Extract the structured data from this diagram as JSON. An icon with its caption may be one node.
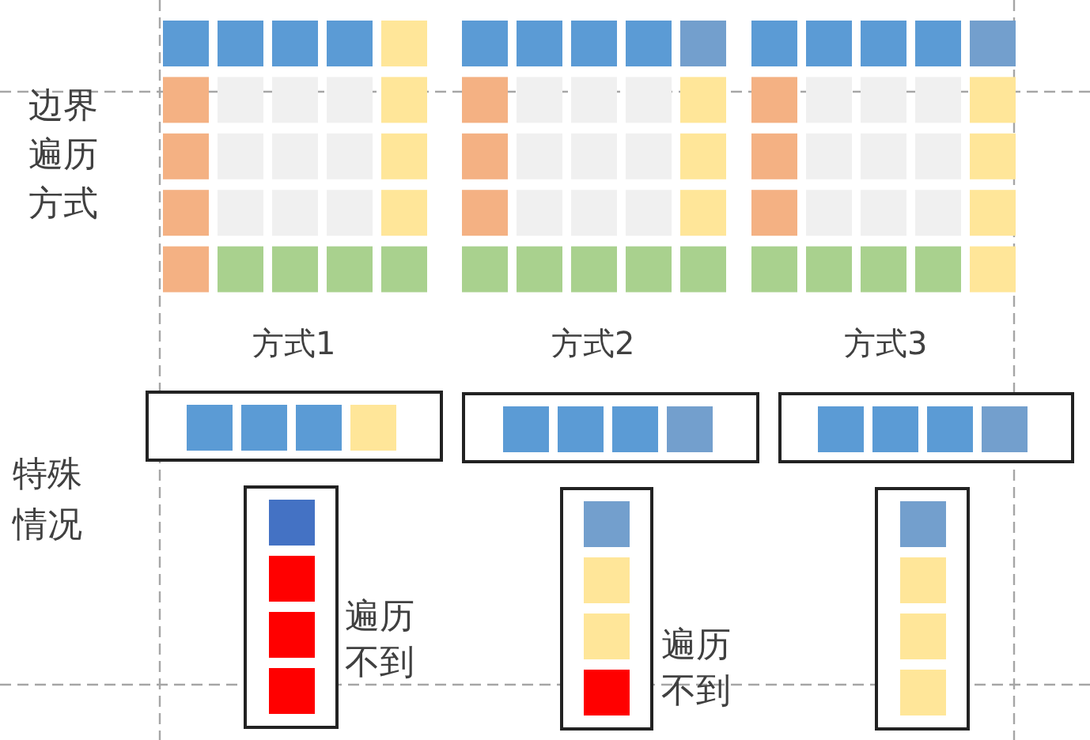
{
  "diagram": {
    "labels": [
      "边界遍历方式",
      "方式1",
      "方式2",
      "方式3",
      "特殊情况",
      "遍历不到",
      "遍历不到"
    ]
  }
}
